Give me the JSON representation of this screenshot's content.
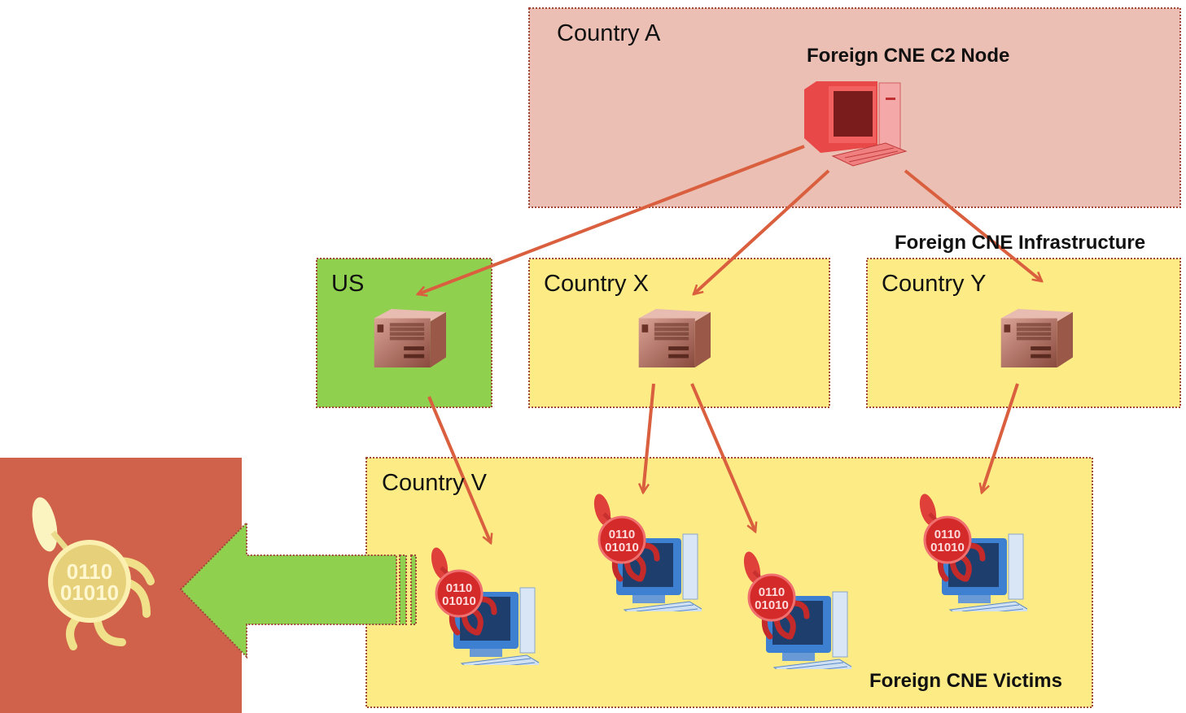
{
  "labels": {
    "country_a": "Country A",
    "c2_node": "Foreign CNE C2 Node",
    "infrastructure": "Foreign CNE Infrastructure",
    "us": "US",
    "country_x": "Country X",
    "country_y": "Country Y",
    "country_v": "Country V",
    "victims": "Foreign CNE Victims"
  },
  "binary_text": [
    "0110",
    "01010"
  ],
  "colors": {
    "country_a_fill": "#ecbfb4",
    "country_fill": "#fdec86",
    "us_fill": "#8fd14f",
    "collector_panel": "#d0614a",
    "arrow": "#d95f3e",
    "exfil_arrow": "#8fd14f"
  },
  "icons": [
    "c2-computer-icon",
    "server-icon",
    "infected-computer-icon",
    "collector-satellite-icon"
  ]
}
